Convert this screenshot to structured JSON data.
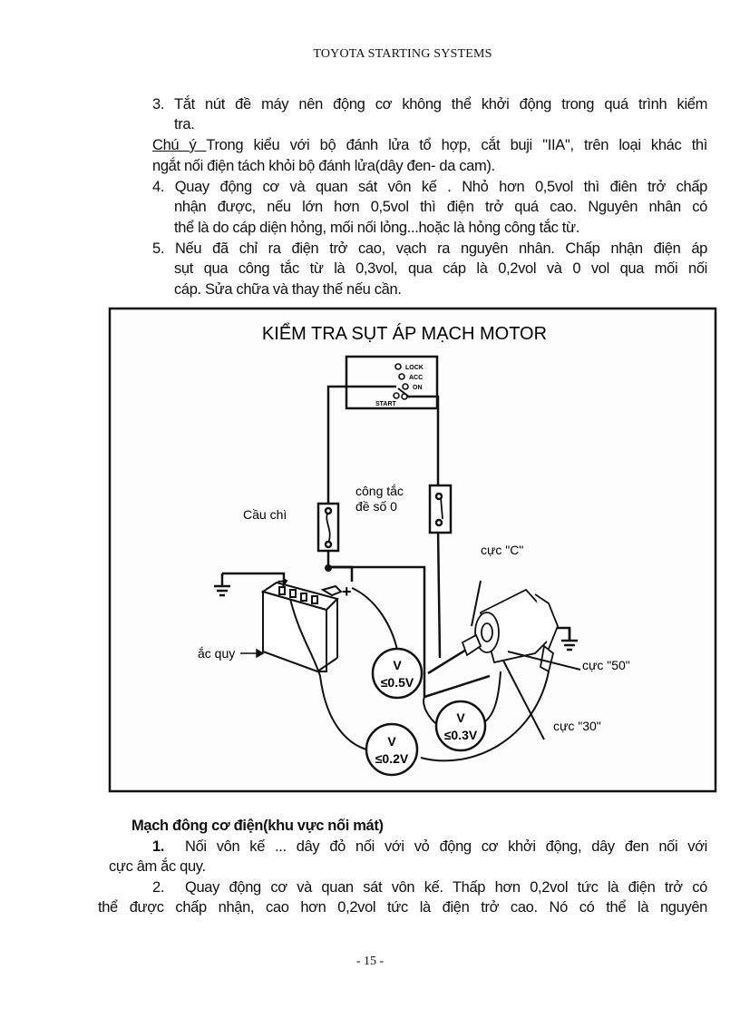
{
  "header": "TOYOTA STARTING SYSTEMS",
  "paragraphs_top": {
    "item3_line1": "3. Tắt nút đề máy nên động cơ không thể khởi động trong quá trình kiểm",
    "item3_line2": "tra.",
    "note_label": "Chú ý ",
    "note_line1": "Trong kiểu với bộ đánh lửa tổ hợp, cắt buji ''IIA'', trên loại khác  thì",
    "note_line2": "ngắt nối điện tách khỏi bộ đánh lửa(dây đen- da cam).",
    "item4_line1": "4. Quay động cơ và quan sát vôn kế . Nhỏ hơn 0,5vol thì điên trở chấp",
    "item4_line2": "nhận được, nếu lớn hơn 0,5vol thì điện trở quá cao. Nguyên nhân có",
    "item4_line3": "thể là do cáp diện hỏng, mối nối lỏng...hoặc là hỏng công tắc từ.",
    "item5_line1": "5. Nếu đã chỉ ra điện trở cao, vạch ra nguyên nhân. Chấp nhận điện áp",
    "item5_line2": "sụt qua công tắc từ là 0,3vol, qua cáp là 0,2vol và 0 vol qua mối nối",
    "item5_line3": "cáp. Sửa chữa và thay thế nếu cần."
  },
  "diagram": {
    "title": "KIỂM TRA SỤT ÁP MẠCH MOTOR",
    "switch_positions": [
      "LOCK",
      "ACC",
      "ON",
      "START"
    ],
    "fuse_label": "Cầu chì",
    "starter_switch_label_1": "công tắc",
    "starter_switch_label_2": "đề số 0",
    "battery_label": "ắc quy",
    "terminal_c": "cực \"C\"",
    "terminal_50": "cực \"50\"",
    "terminal_30": "cực \"30\"",
    "plus_sign": "+",
    "minus_sign": "−",
    "voltmeters": [
      {
        "symbol": "V",
        "reading": "≤0.5V"
      },
      {
        "symbol": "V",
        "reading": "≤0.3V"
      },
      {
        "symbol": "V",
        "reading": "≤0.2V"
      }
    ]
  },
  "paragraphs_bottom": {
    "heading": "Mạch đông cơ điện(khu vực nối mát)",
    "item1_num": "1.",
    "item1_line1": "Nối vôn kế ... dây đỏ nối với vỏ động cơ khởi động, dây đen nối với",
    "item1_line2": "cực âm ắc quy.",
    "item2_num": "2.",
    "item2_line1": "Quay động cơ và quan sát vôn kế. Thấp hơn 0,2vol tức là điện trở có",
    "item2_line2": "thể được chấp nhận, cao hơn 0,2vol tức là điện trở cao. Nó có thể là nguyên"
  },
  "footer": "- 15 -"
}
